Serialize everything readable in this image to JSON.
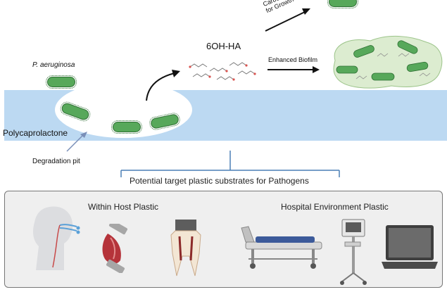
{
  "diagram": {
    "organism_label": "P. aeruginosa",
    "product_label": "6OH-HA",
    "carbon_source_label": "Carbon Source for Growth",
    "biofilm_label": "Enhanced Biofilm",
    "substrate_label": "Polycaprolactone",
    "pit_label": "Degradation pit",
    "bracket_title": "Potential target plastic substrates for Pathogens"
  },
  "panel": {
    "host_title": "Within Host Plastic",
    "hospital_title": "Hospital Environment Plastic"
  },
  "colors": {
    "substrate": "#bcd9f2",
    "bacteria": "#57a85a",
    "biofilm": "#dcecd0",
    "pit": "#ffffff",
    "panel_bg": "#efefef",
    "bracket": "#4a7fb6"
  },
  "icons": [
    "human-head-intubation-icon",
    "catheter-valve-icon",
    "dental-implant-tooth-icon",
    "hospital-bed-icon",
    "medical-monitor-cart-icon",
    "laptop-icon"
  ]
}
